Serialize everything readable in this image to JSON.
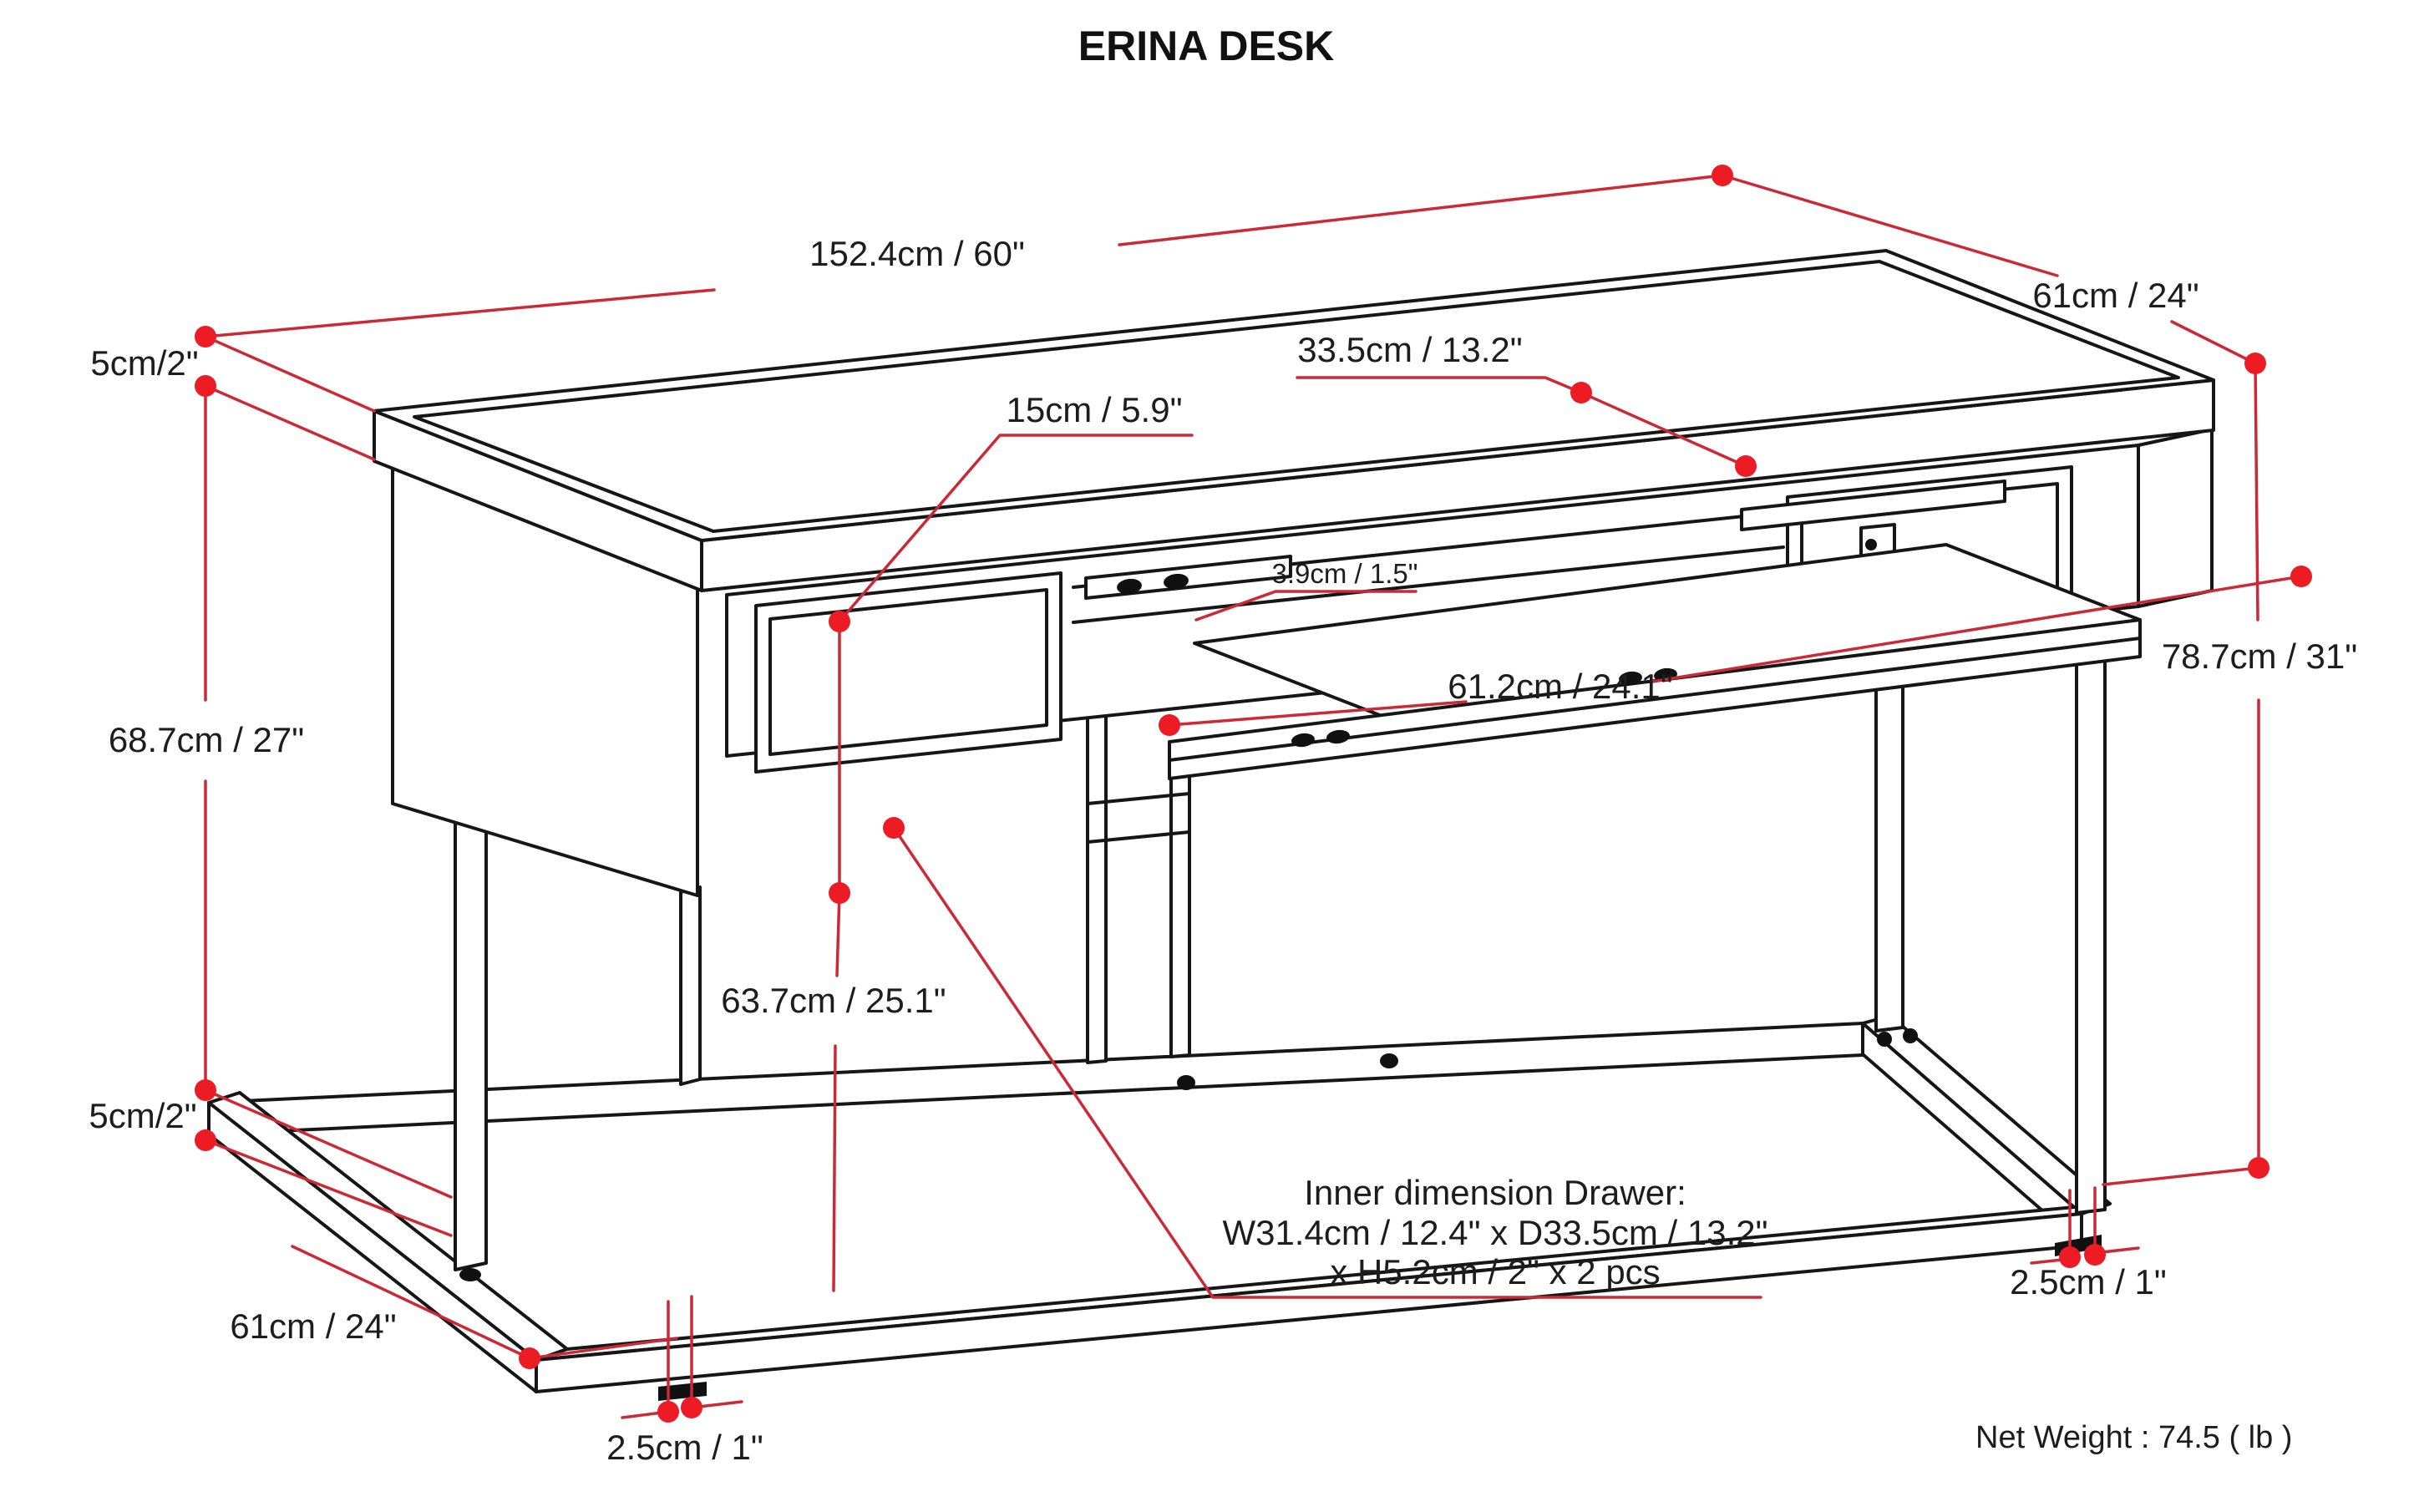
{
  "title": "ERINA DESK",
  "colors": {
    "line": "#161616",
    "dimension_line": "#cc2936",
    "dimension_dot": "#ed1c24",
    "background": "#ffffff"
  },
  "labels": {
    "top_width": "152.4cm / 60\"",
    "top_depth": "61cm / 24\"",
    "top_thickness": "5cm/2\"",
    "drawer_depth": "33.5cm / 13.2\"",
    "drawer_front_height": "15cm / 5.9\"",
    "rail_height": "3.9cm / 1.5\"",
    "tray_width": "61.2cm / 24.1\"",
    "overall_height": "78.7cm / 31\"",
    "underside_height": "68.7cm / 27\"",
    "tray_clearance": "63.7cm / 25.1\"",
    "base_thickness": "5cm/2\"",
    "base_depth": "61cm / 24\"",
    "foot_left": "2.5cm / 1\"",
    "foot_right": "2.5cm / 1\""
  },
  "note": {
    "line1": "Inner dimension Drawer:",
    "line2": "W31.4cm / 12.4\" x D33.5cm / 13.2\"",
    "line3": "x H5.2cm / 2\" x 2 pcs"
  },
  "net_weight": "Net Weight : 74.5 ( lb )"
}
